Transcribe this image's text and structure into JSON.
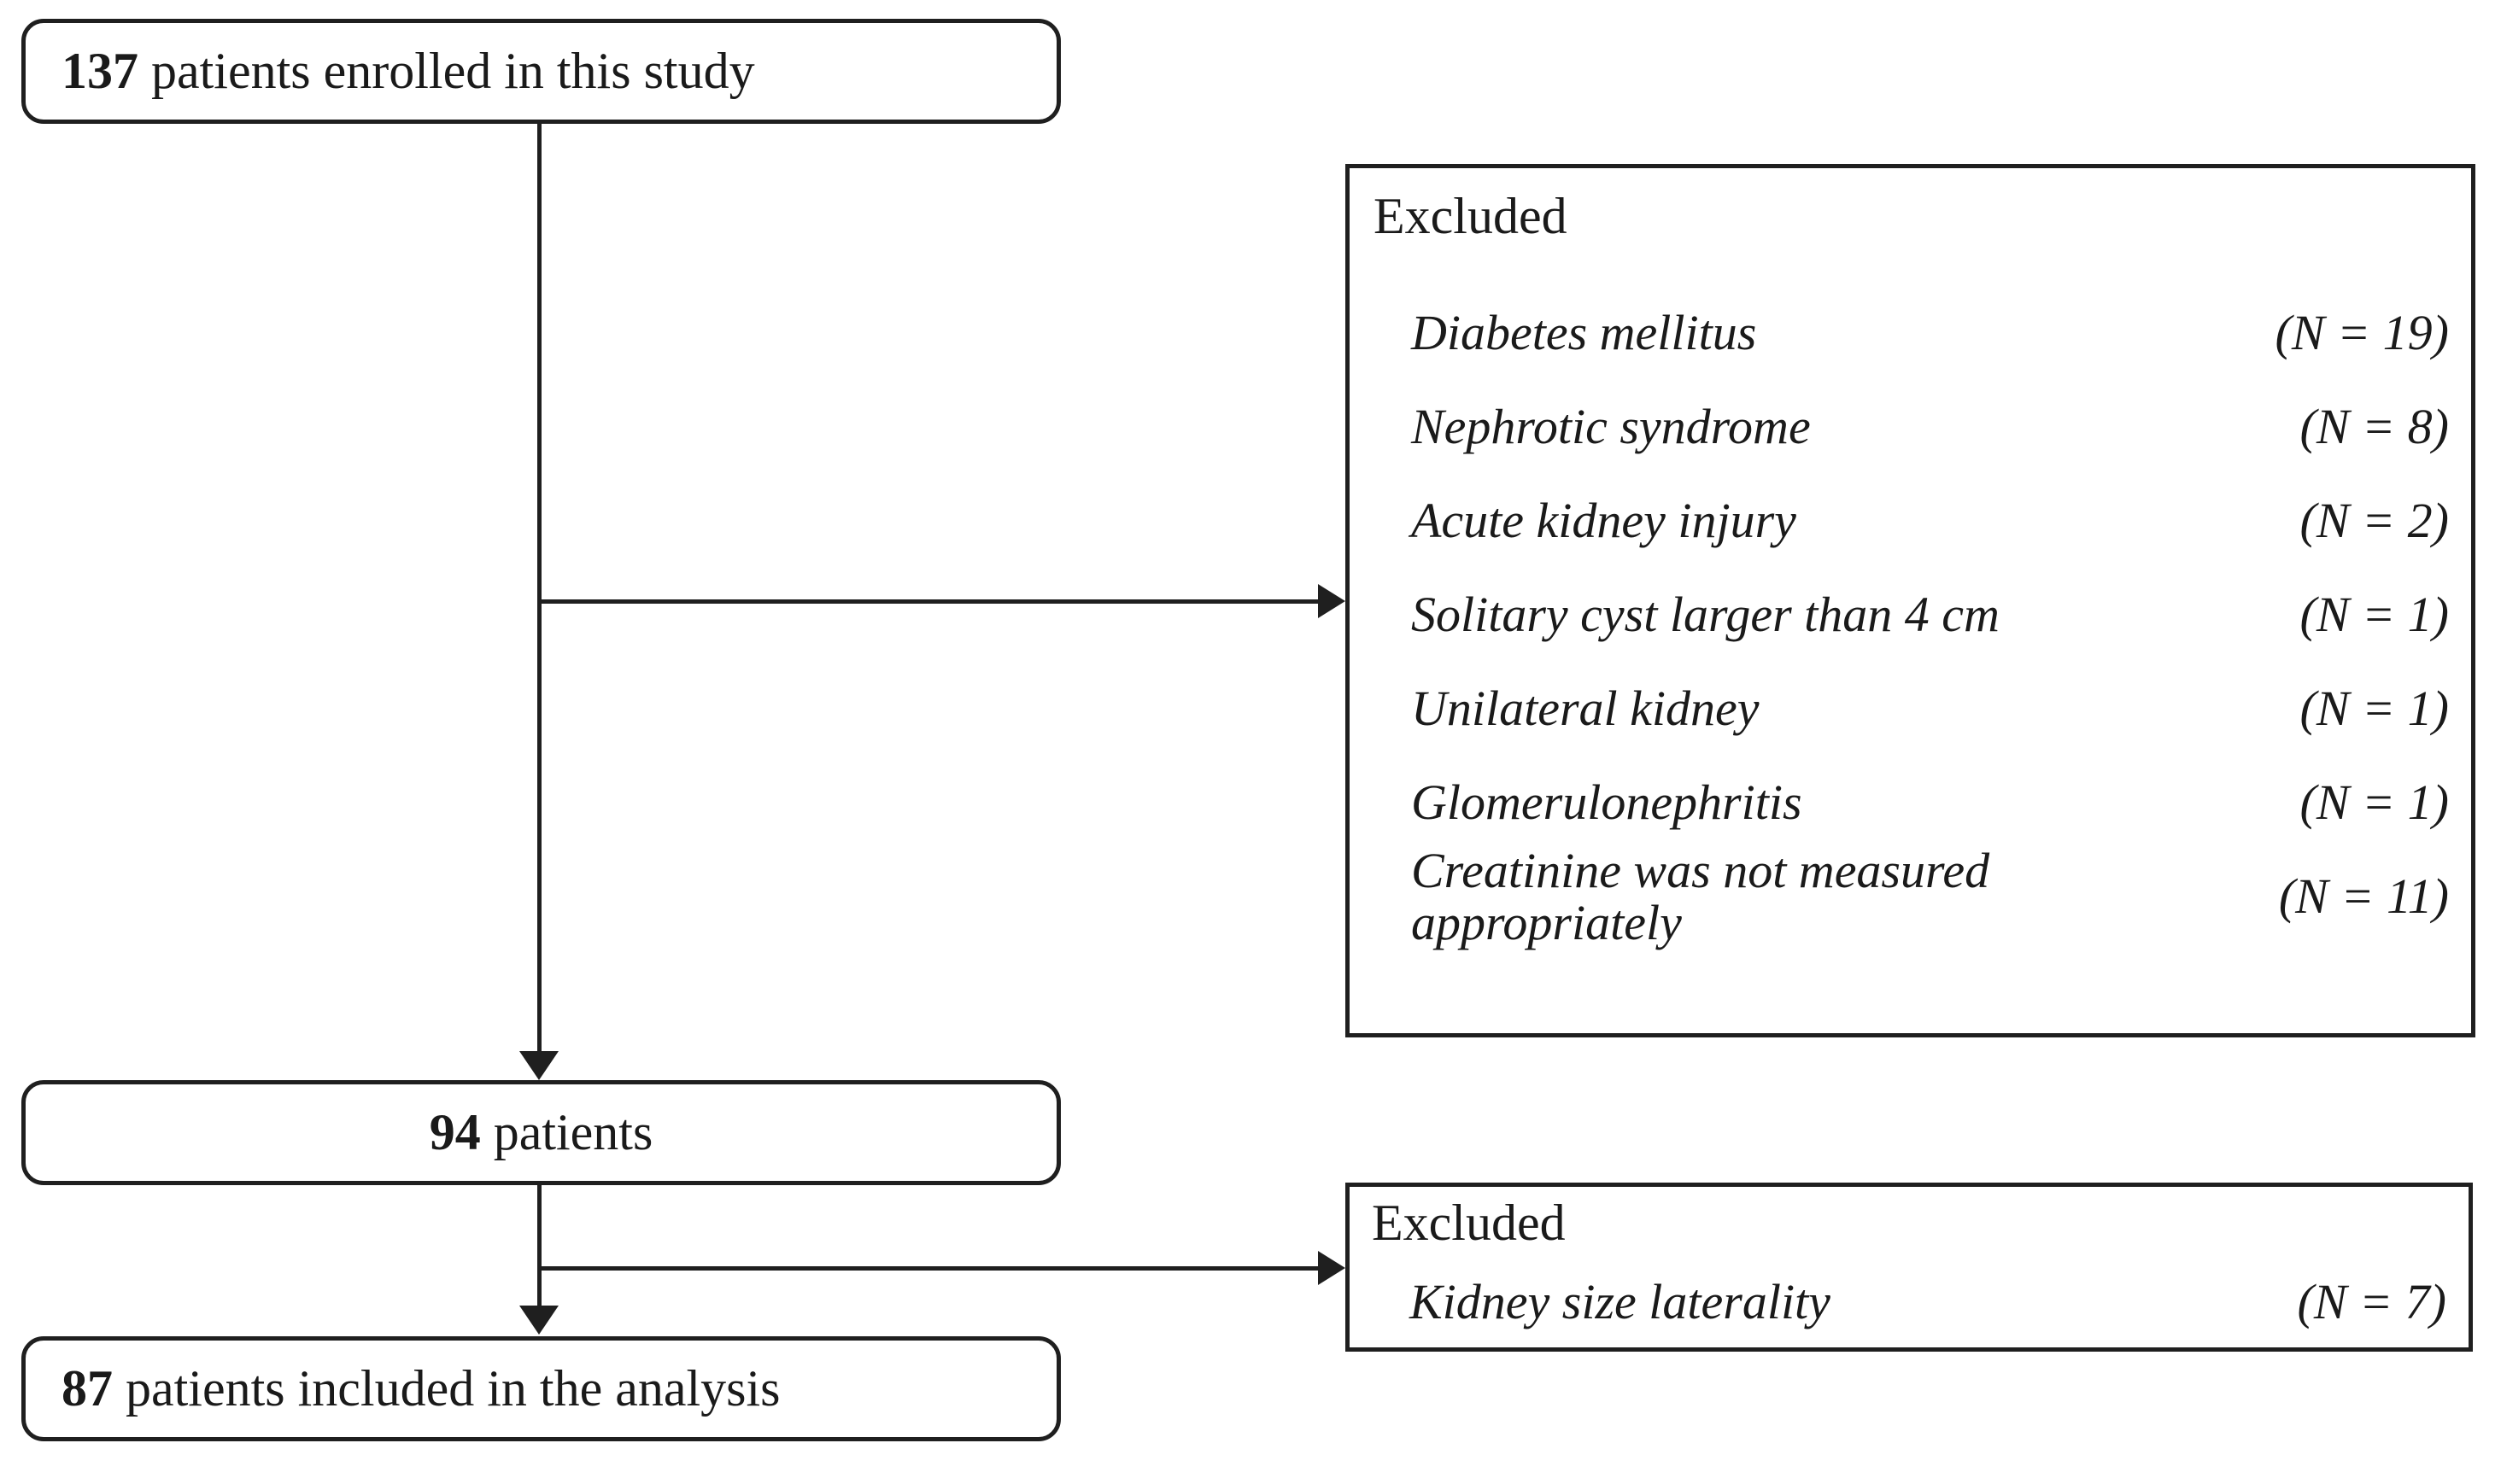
{
  "diagram": {
    "type": "flowchart",
    "title": "Patient enrollment and exclusion flow diagram",
    "stroke_color": "#1f1f1f",
    "background_color": "#ffffff"
  },
  "nodes": {
    "enrolled": {
      "count": "137",
      "label": " patients enrolled in this study",
      "full_text": "137 patients enrolled in this study"
    },
    "after_first_exclusion": {
      "count": "94",
      "label": " patients",
      "full_text": "94 patients"
    },
    "analyzed": {
      "count": "87",
      "label": " patients included in the analysis",
      "full_text": "87 patients included in the analysis"
    }
  },
  "excluded_primary": {
    "title": "Excluded",
    "items": [
      {
        "reason": "Diabetes mellitus",
        "count": "(N = 19)",
        "n": 19
      },
      {
        "reason": "Nephrotic syndrome",
        "count": "(N = 8)",
        "n": 8
      },
      {
        "reason": "Acute kidney injury",
        "count": "(N = 2)",
        "n": 2
      },
      {
        "reason": "Solitary cyst larger than 4 cm",
        "count": "(N = 1)",
        "n": 1
      },
      {
        "reason": "Unilateral kidney",
        "count": "(N = 1)",
        "n": 1
      },
      {
        "reason": "Glomerulonephritis",
        "count": "(N = 1)",
        "n": 1
      },
      {
        "reason": "Creatinine was not measured\nappropriately",
        "count": "(N = 11)",
        "n": 11
      }
    ]
  },
  "excluded_secondary": {
    "title": "Excluded",
    "items": [
      {
        "reason": "Kidney size laterality",
        "count": "(N = 7)",
        "n": 7
      }
    ]
  }
}
